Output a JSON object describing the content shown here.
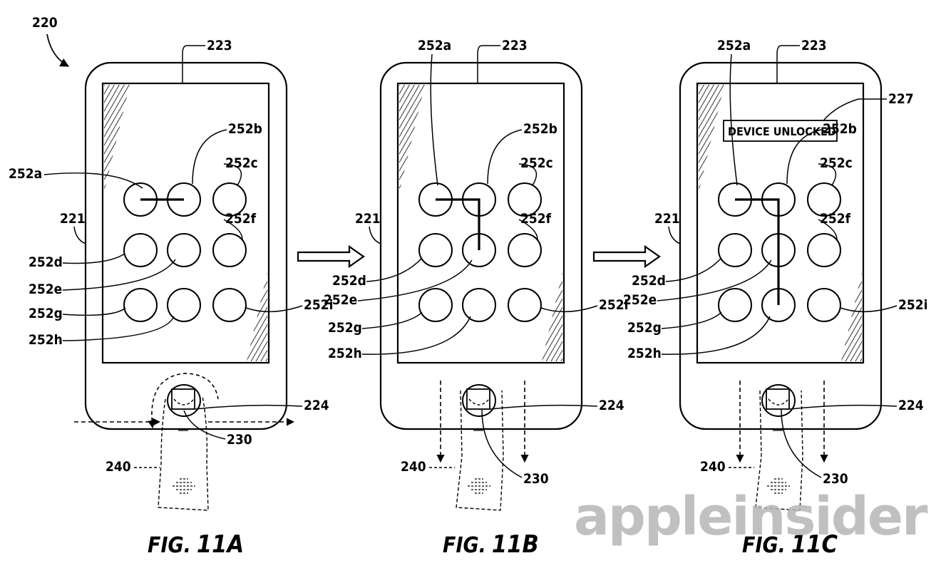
{
  "labels": {
    "assembly": "220",
    "display": "223",
    "housing": "221",
    "button": "224",
    "sensor": "230",
    "finger": "240",
    "notification": "227",
    "node_a": "252a",
    "node_b": "252b",
    "node_c": "252c",
    "node_d": "252d",
    "node_e": "252e",
    "node_f": "252f",
    "node_g": "252g",
    "node_h": "252h",
    "node_i": "252i"
  },
  "notification_text": "DEVICE UNLOCKED",
  "figures": [
    {
      "prefix": "FIG.",
      "number": "11A",
      "pattern": [
        "a",
        "b"
      ]
    },
    {
      "prefix": "FIG.",
      "number": "11B",
      "pattern": [
        "a",
        "b",
        "e"
      ]
    },
    {
      "prefix": "FIG.",
      "number": "11C",
      "pattern": [
        "a",
        "b",
        "e",
        "h"
      ]
    }
  ],
  "watermark": "appleinsider",
  "colors": {
    "ink": "#000000",
    "paper": "#ffffff",
    "watermark": "#b5b5b5"
  }
}
